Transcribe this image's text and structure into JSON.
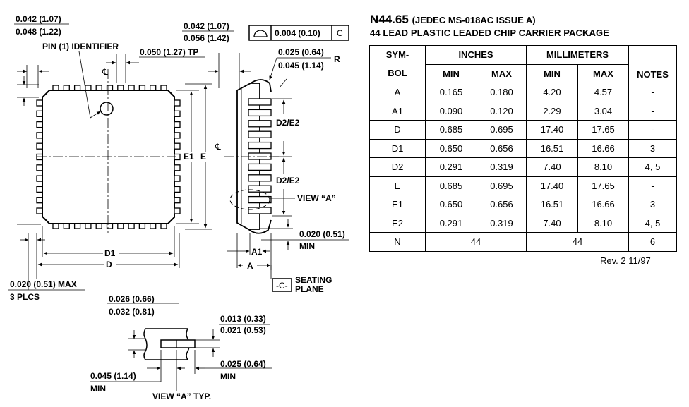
{
  "title": {
    "code": "N44.65",
    "spec": "(JEDEC MS-018AC ISSUE A)",
    "description": "44 LEAD PLASTIC LEADED CHIP CARRIER PACKAGE"
  },
  "table": {
    "headers": {
      "symbol": "SYM-\nBOL",
      "inches": "INCHES",
      "millimeters": "MILLIMETERS",
      "min": "MIN",
      "max": "MAX",
      "notes": "NOTES"
    },
    "rows": [
      {
        "sym": "A",
        "in_min": "0.165",
        "in_max": "0.180",
        "mm_min": "4.20",
        "mm_max": "4.57",
        "notes": "-"
      },
      {
        "sym": "A1",
        "in_min": "0.090",
        "in_max": "0.120",
        "mm_min": "2.29",
        "mm_max": "3.04",
        "notes": "-"
      },
      {
        "sym": "D",
        "in_min": "0.685",
        "in_max": "0.695",
        "mm_min": "17.40",
        "mm_max": "17.65",
        "notes": "-"
      },
      {
        "sym": "D1",
        "in_min": "0.650",
        "in_max": "0.656",
        "mm_min": "16.51",
        "mm_max": "16.66",
        "notes": "3"
      },
      {
        "sym": "D2",
        "in_min": "0.291",
        "in_max": "0.319",
        "mm_min": "7.40",
        "mm_max": "8.10",
        "notes": "4, 5"
      },
      {
        "sym": "E",
        "in_min": "0.685",
        "in_max": "0.695",
        "mm_min": "17.40",
        "mm_max": "17.65",
        "notes": "-"
      },
      {
        "sym": "E1",
        "in_min": "0.650",
        "in_max": "0.656",
        "mm_min": "16.51",
        "mm_max": "16.66",
        "notes": "3"
      },
      {
        "sym": "E2",
        "in_min": "0.291",
        "in_max": "0.319",
        "mm_min": "7.40",
        "mm_max": "8.10",
        "notes": "4, 5"
      }
    ],
    "n_row": {
      "sym": "N",
      "inches": "44",
      "mm": "44",
      "notes": "6"
    }
  },
  "revision": "Rev. 2  11/97",
  "labels": {
    "top_left_num": "0.042 (1.07)",
    "top_left_den": "0.048 (1.22)",
    "pin_identifier": "PIN (1) IDENTIFIER",
    "pitch": "0.050 (1.27) TP",
    "centerline": "℄",
    "side_top_num": "0.042 (1.07)",
    "side_top_den": "0.056 (1.42)",
    "fcf_value": "0.004 (0.10)",
    "fcf_datum": "C",
    "lead_num": "0.025 (0.64)",
    "lead_den": "0.045 (1.14)",
    "radius": "R",
    "d2e2_upper": "D2/E2",
    "d2e2_lower": "D2/E2",
    "view_a": "VIEW “A”",
    "e1": "E1",
    "e": "E",
    "d1": "D1",
    "d": "D",
    "min_num": "0.020 (0.51)",
    "min_den": "MIN",
    "a1": "A1",
    "a": "A",
    "max_num": "0.020 (0.51) MAX",
    "max_den": "3 PLCS",
    "datum_c": "-C-",
    "seating_1": "SEATING",
    "seating_2": "PLANE",
    "va_top_num": "0.026 (0.66)",
    "va_top_den": "0.032 (0.81)",
    "va_right_num": "0.013 (0.33)",
    "va_right_den": "0.021 (0.53)",
    "va_left_num": "0.045 (1.14)",
    "va_left_den": "MIN",
    "va_bot_num": "0.025 (0.64)",
    "va_bot_den": "MIN",
    "view_a_typ": "VIEW “A” TYP."
  }
}
